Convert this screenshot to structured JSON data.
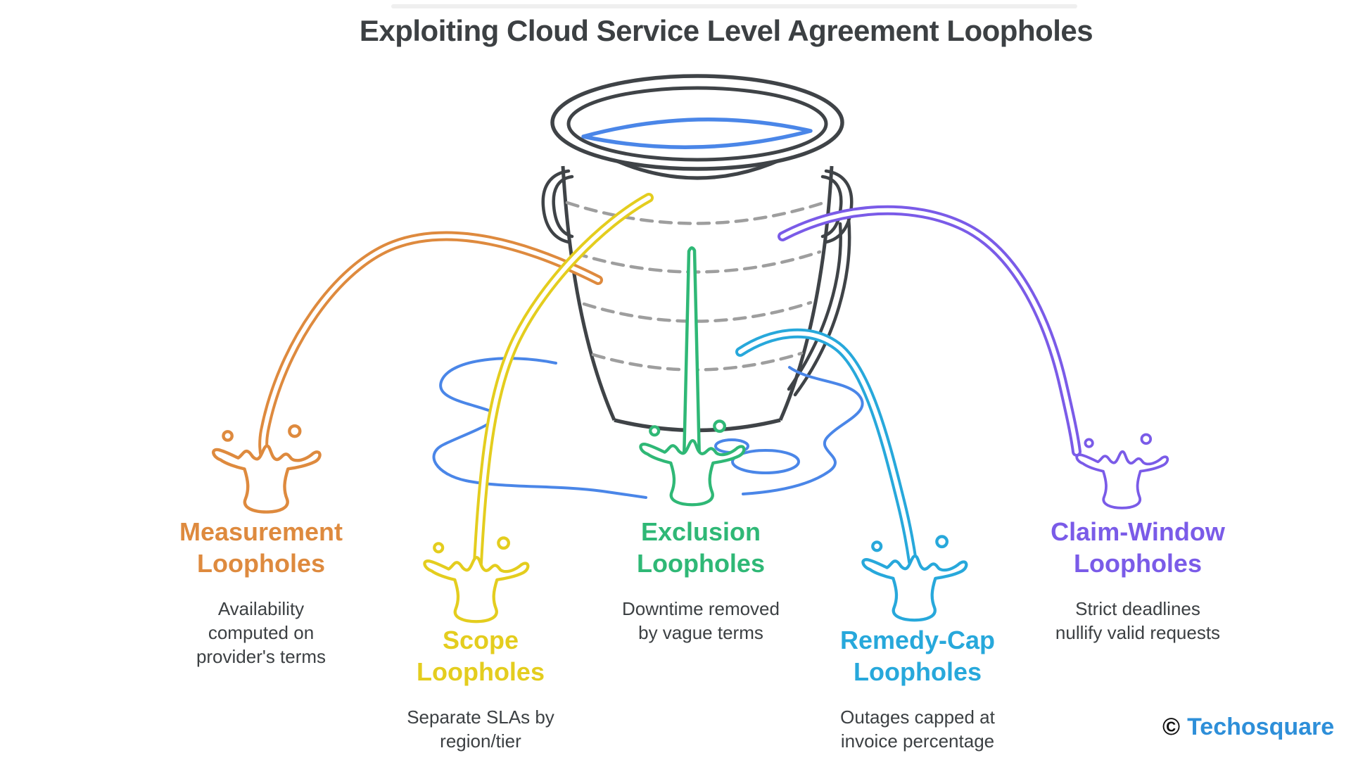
{
  "title": {
    "text": "Exploiting Cloud Service Level Agreement Loopholes",
    "color": "#3c4043"
  },
  "bucket": {
    "outline_color": "#3f4347",
    "dash_color": "#9e9e9e",
    "water_color": "#4a86e8",
    "puddle_color": "#4a86e8"
  },
  "loopholes": [
    {
      "id": "measurement",
      "title": "Measurement\nLoopholes",
      "description": "Availability\ncomputed on\nprovider's terms",
      "color": "#de8a3e"
    },
    {
      "id": "scope",
      "title": "Scope\nLoopholes",
      "description": "Separate SLAs by\nregion/tier",
      "color": "#e4cd1e"
    },
    {
      "id": "exclusion",
      "title": "Exclusion\nLoopholes",
      "description": "Downtime removed\nby vague terms",
      "color": "#2fb876"
    },
    {
      "id": "remedy-cap",
      "title": "Remedy-Cap\nLoopholes",
      "description": "Outages capped at\ninvoice percentage",
      "color": "#27a8db"
    },
    {
      "id": "claim-window",
      "title": "Claim-Window\nLoopholes",
      "description": "Strict deadlines\nnullify valid requests",
      "color": "#7a5be8"
    }
  ],
  "watermark": {
    "symbol": "©",
    "name": "Techosquare",
    "color": "#2e8fd9"
  }
}
